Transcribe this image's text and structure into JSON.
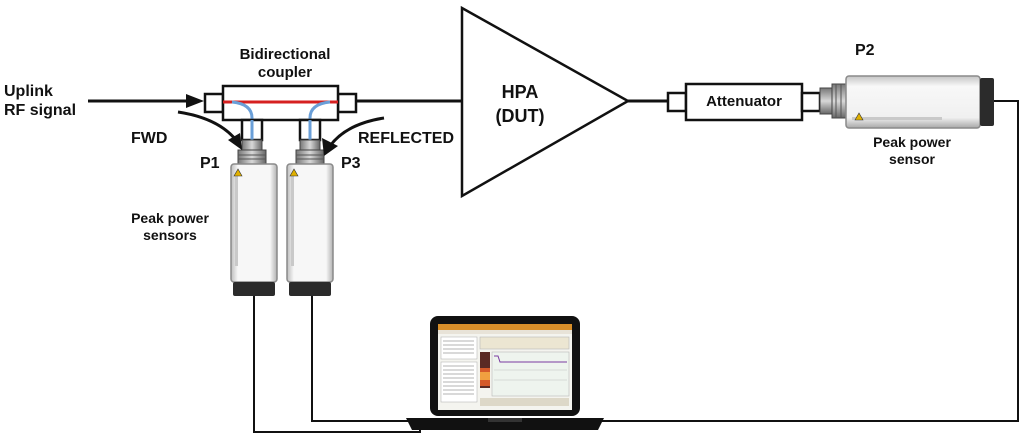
{
  "labels": {
    "uplink_line1": "Uplink",
    "uplink_line2": "RF signal",
    "coupler_line1": "Bidirectional",
    "coupler_line2": "coupler",
    "fwd": "FWD",
    "reflected": "REFLECTED",
    "p1": "P1",
    "p3": "P3",
    "p2": "P2",
    "hpa_line1": "HPA",
    "hpa_line2": "(DUT)",
    "attenuator": "Attenuator",
    "sensors_line1": "Peak power",
    "sensors_line2": "sensors",
    "sensor_p2_line1": "Peak power",
    "sensor_p2_line2": "sensor"
  },
  "colors": {
    "line": "#111111",
    "coupler_main_line": "#d62020",
    "coupler_tap_line": "#6a9fd8",
    "sensor_body": "#f2f2f2",
    "sensor_cap": "#2b2b2b",
    "laptop_frame": "#111111"
  }
}
